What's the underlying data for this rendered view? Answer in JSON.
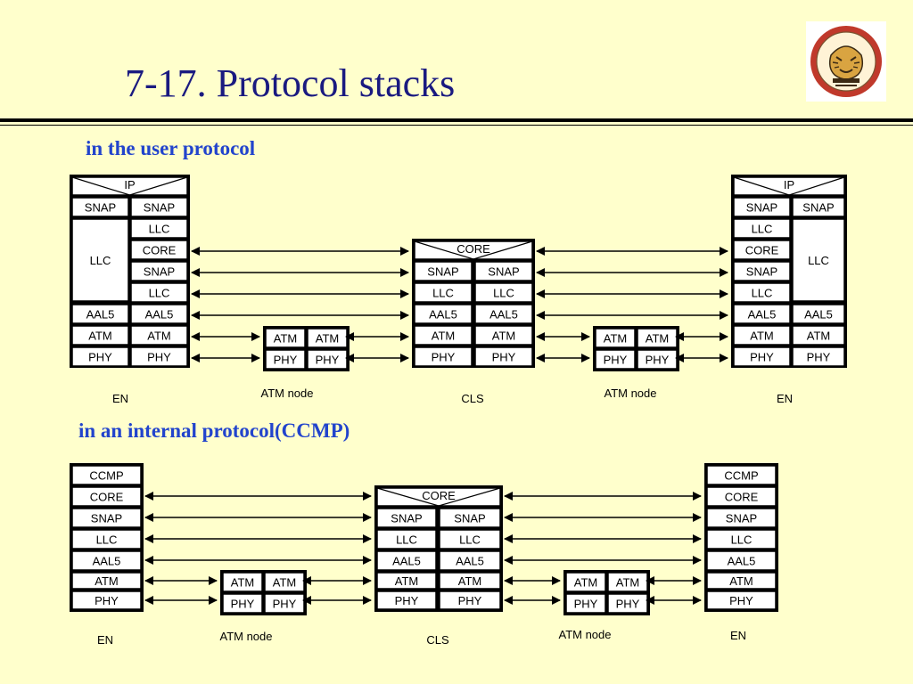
{
  "title": "7-17. Protocol stacks",
  "sections": {
    "user": "in the user protocol",
    "ccmp": "in an internal protocol(CCMP)"
  },
  "logo": {
    "icon": "university-tiger-emblem-icon",
    "colors": {
      "ring": "#c0392b",
      "fill": "#fff3d6"
    }
  },
  "layers": {
    "ip": "IP",
    "snap": "SNAP",
    "llc": "LLC",
    "core": "CORE",
    "aal5": "AAL5",
    "atm": "ATM",
    "phy": "PHY",
    "ccmp": "CCMP"
  },
  "node_labels": {
    "en": "EN",
    "cls": "CLS",
    "atm_node": "ATM node"
  },
  "colors": {
    "background": "#ffffcc",
    "title": "#1a1a80",
    "heading": "#2244cc"
  }
}
